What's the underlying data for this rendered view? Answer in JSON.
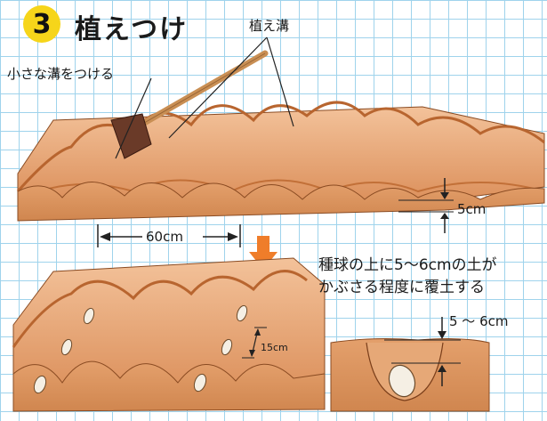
{
  "step_number": "3",
  "title": "植えつけ",
  "labels": {
    "planting_furrow": "植え溝",
    "make_small_furrow": "小さな溝をつける",
    "depth_5cm": "5cm",
    "spacing_60cm": "60cm",
    "note_line1": "種球の上に5～6cmの土が",
    "note_line2": "かぶさる程度に覆土する",
    "soil_cover": "5 ～ 6cm",
    "bulb_spacing": "15cm"
  },
  "colors": {
    "badge": "#f6d51a",
    "soil_light": "#eeb384",
    "soil_mid": "#d98a54",
    "soil_dark": "#b8652f",
    "arrow": "#ef7d2a",
    "grid": "#9fd3ec"
  }
}
